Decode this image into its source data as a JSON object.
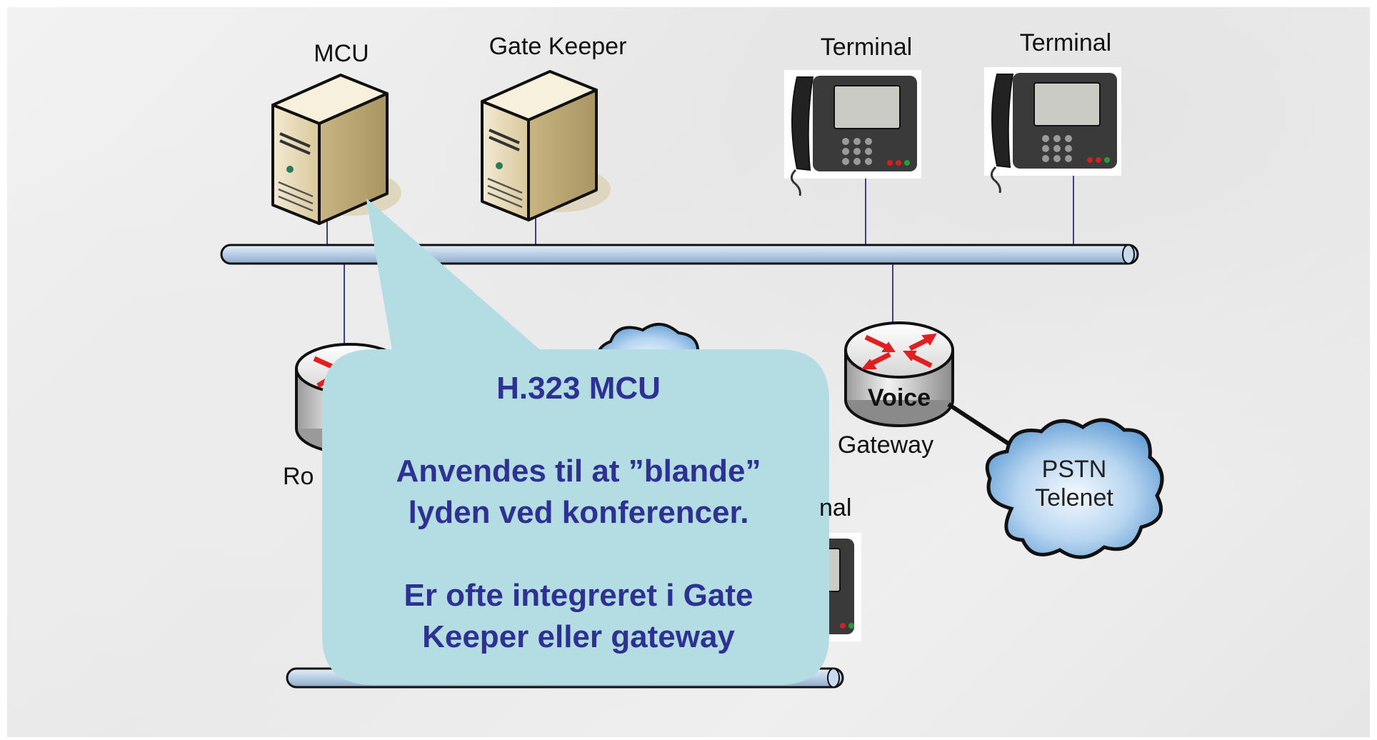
{
  "labels": {
    "mcu": "MCU",
    "gatekeeper": "Gate Keeper",
    "terminal_1": "Terminal",
    "terminal_2": "Terminal",
    "terminal_3_partial": "nal",
    "router_partial": "Ro",
    "gateway": "Gateway",
    "voice": "Voice",
    "pstn_line1": "PSTN",
    "pstn_line2": "Telenet"
  },
  "callout": {
    "title": "H.323 MCU",
    "line1": "Anvendes til at ”blande”",
    "line2": "lyden ved konferencer.",
    "line3": "Er ofte integreret i Gate",
    "line4": "Keeper eller gateway"
  },
  "colors": {
    "callout_fill": "#b3dde3",
    "callout_text": "#2e3192",
    "bus_fill": "#b8cfe6",
    "link_line": "#3b3f8c",
    "cloud_fill": "#7fb3e0",
    "router_arrows": "#e02020"
  },
  "icons": [
    "server-icon",
    "ip-phone-icon",
    "router-icon",
    "voice-gateway-icon",
    "cloud-icon"
  ]
}
